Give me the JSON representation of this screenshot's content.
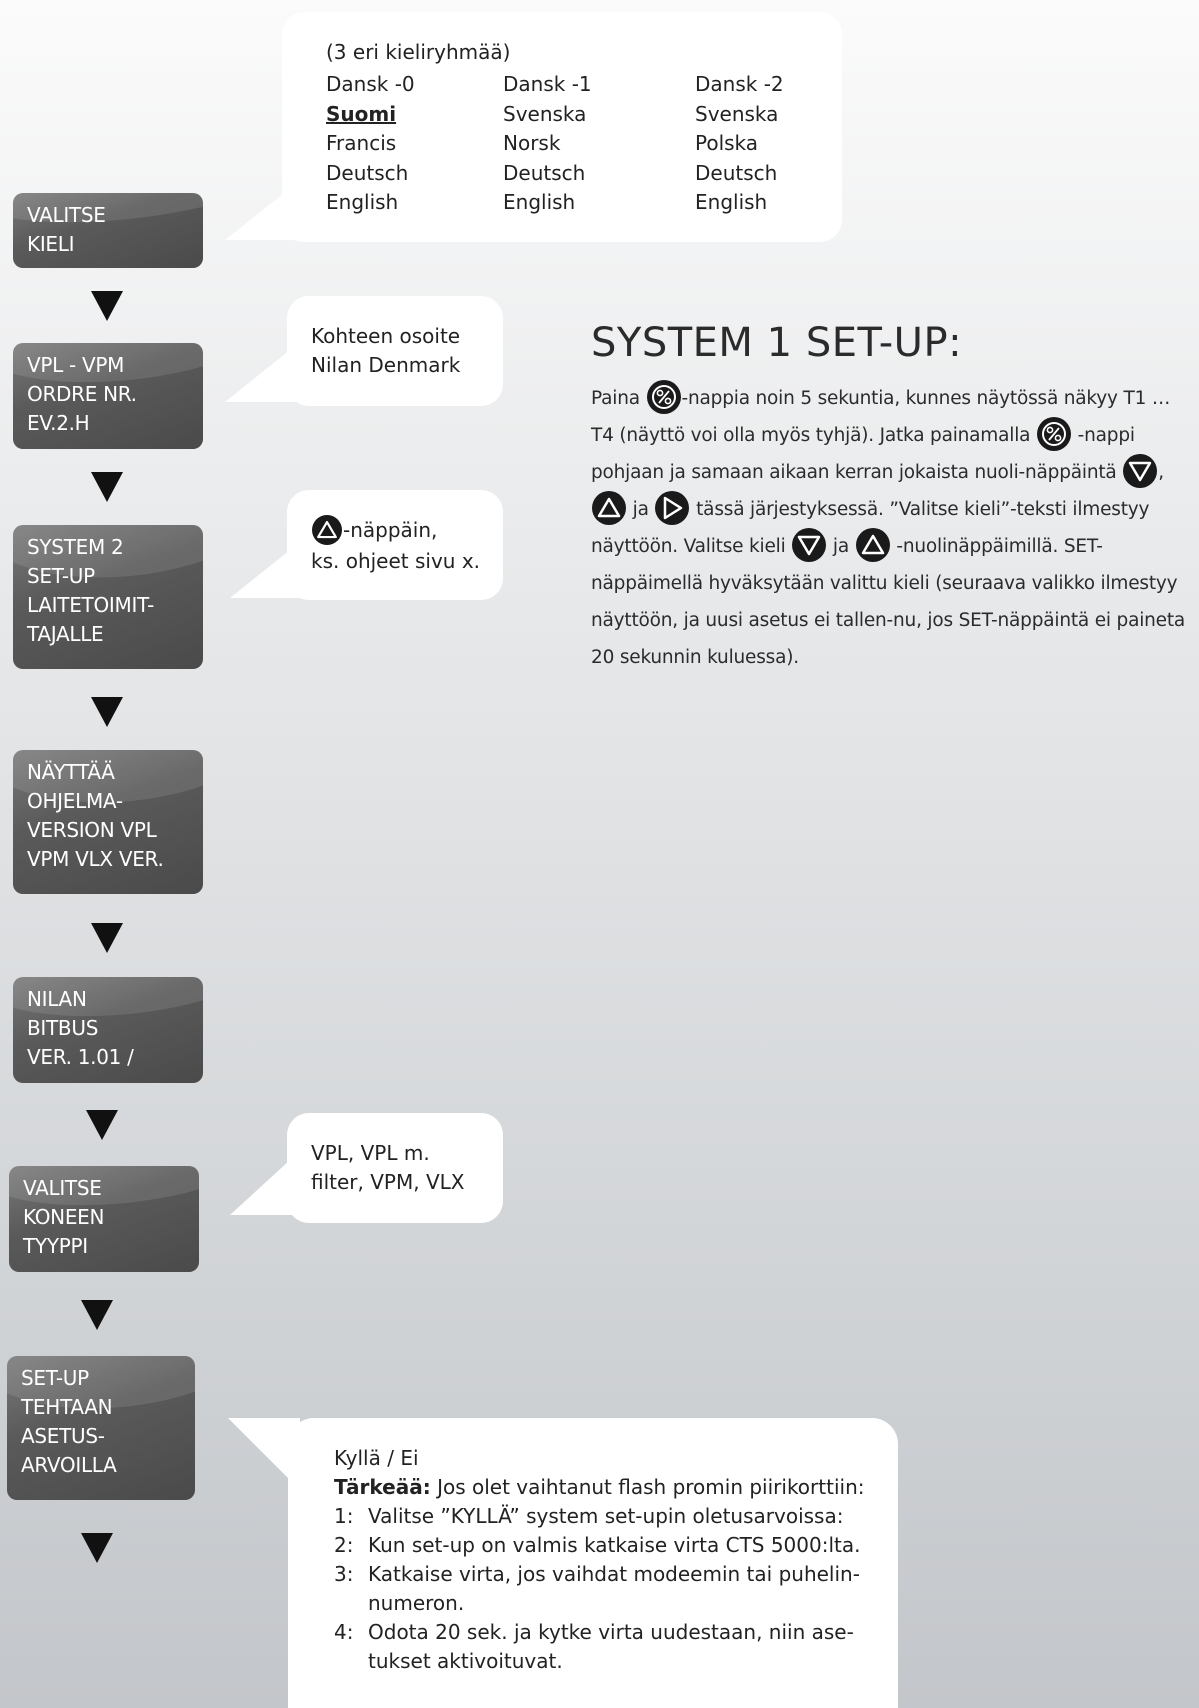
{
  "flow": [
    {
      "text": "VALITSE\nKIELI"
    },
    {
      "text": "VPL - VPM\nORDRE NR.\nEV.2.H"
    },
    {
      "text": "SYSTEM 2\nSET-UP\nLAITETOIMIT-\nTAJALLE"
    },
    {
      "text": "NÄYTTÄÄ\nOHJELMA-\nVERSION VPL\nVPM VLX VER."
    },
    {
      "text": "NILAN\nBITBUS\nVER. 1.01 /"
    },
    {
      "text": "VALITSE\nKONEEN\nTYYPPI"
    },
    {
      "text": "SET-UP\nTEHTAAN\nASETUS-\nARVOILLA"
    }
  ],
  "language_bubble": {
    "heading": "(3 eri kieliryhmää)",
    "columns": [
      [
        "Dansk -0",
        "Suomi",
        "Francis",
        "Deutsch",
        "English"
      ],
      [
        "Dansk -1",
        "Svenska",
        "Norsk",
        "Deutsch",
        "English"
      ],
      [
        "Dansk -2",
        "Svenska",
        "Polska",
        "Deutsch",
        "English"
      ]
    ]
  },
  "address_bubble": {
    "line1": "Kohteen osoite",
    "line2": "Nilan Denmark"
  },
  "key_bubble": {
    "line1": "-näppäin,",
    "line2": "ks. ohjeet sivu x."
  },
  "type_bubble": {
    "line1": "VPL, VPL m.",
    "line2": "filter, VPM, VLX"
  },
  "system1": {
    "title": "SYSTEM 1 SET-UP:",
    "t1": "Paina ",
    "t2": "-nappia noin 5 sekuntia, kunnes näytössä näkyy T1 … T4 (näyttö voi olla myös tyhjä). Jatka painamalla ",
    "t3": " -nappi pohjaan ja samaan aikaan kerran jokaista nuoli-näppäintä ",
    "t4": ", ",
    "t5": " ja ",
    "t6": " tässä järjestyksessä. ”Valitse kieli”-teksti ilmestyy näyttöön. Valitse kieli ",
    "t7": " ja ",
    "t8": " -nuolinäppäimillä. SET-näppäimellä hyväksytään valittu kieli (seuraava valikko ilmestyy näyttöön, ja uusi asetus ei tallen-nu, jos SET-näppäintä ei paineta 20 sekunnin kuluessa)."
  },
  "factory_bubble": {
    "choice": "Kyllä / Ei",
    "important_label": "Tärkeää:",
    "important_text": " Jos olet vaihtanut flash promin piirikorttiin:",
    "items": [
      {
        "num": "1:",
        "text": "Valitse ”KYLLÄ” system set-upin oletusarvoissa:"
      },
      {
        "num": "2:",
        "text": "Kun set-up on valmis katkaise virta CTS 5000:lta."
      },
      {
        "num": "3:",
        "text": "Katkaise virta, jos vaihdat modeemin tai puhelin-numeron."
      },
      {
        "num": "4:",
        "text": "Odota 20 sek. ja kytke virta uudestaan, niin ase-tukset aktivoituvat."
      }
    ]
  }
}
